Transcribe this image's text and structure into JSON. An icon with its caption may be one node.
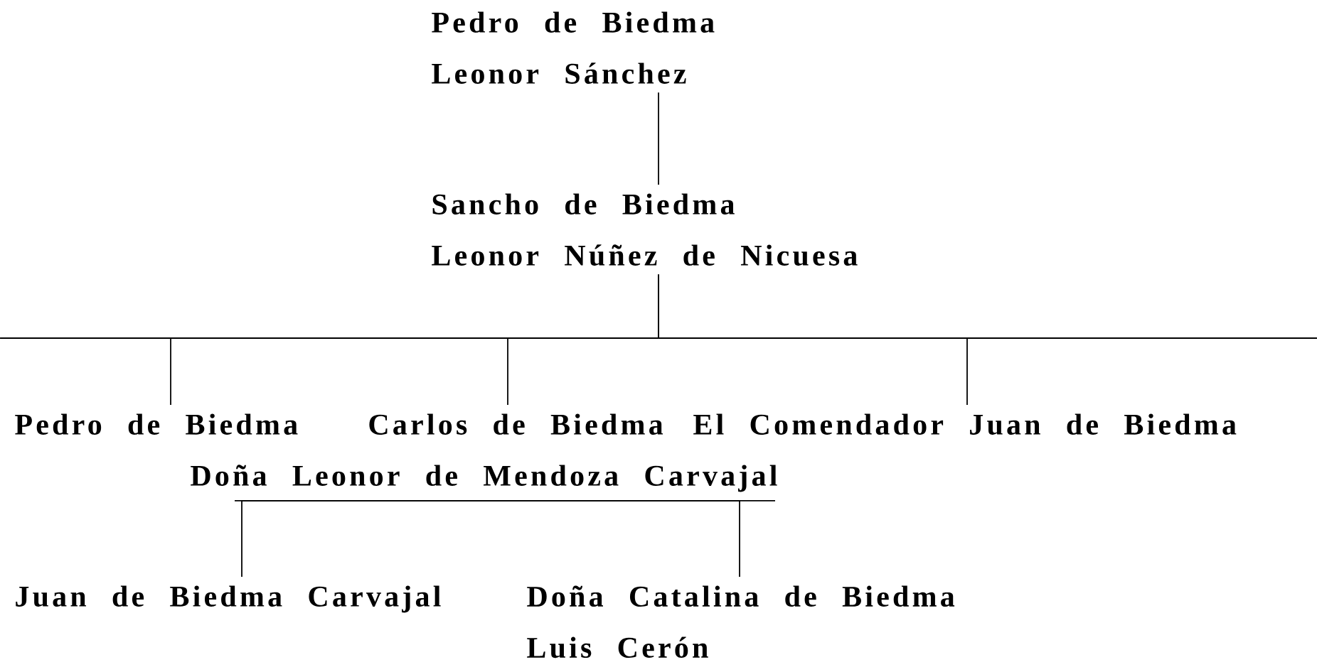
{
  "diagram": {
    "nodes": [
      {
        "text": [
          "Pedro de Biedma",
          "Leonor Sánchez"
        ]
      },
      {
        "text": [
          "Sancho de Biedma",
          "Leonor Núñez de Nicuesa"
        ]
      },
      {
        "text": [
          "Pedro de Biedma"
        ]
      },
      {
        "text": [
          "Carlos de Biedma",
          "Doña Leonor de Mendoza Carvajal"
        ]
      },
      {
        "text": [
          "El Comendador Juan de Biedma"
        ]
      },
      {
        "text": [
          "Juan de Biedma Carvajal"
        ]
      },
      {
        "text": [
          "Doña Catalina de Biedma",
          "Luis Cerón"
        ]
      }
    ],
    "edges": [
      {
        "from": 0,
        "to": 1,
        "arrow": "none"
      },
      {
        "from": 1,
        "to": 2,
        "arrow": "none"
      },
      {
        "from": 1,
        "to": 3,
        "arrow": "none"
      },
      {
        "from": 1,
        "to": 4,
        "arrow": "none"
      },
      {
        "from": 3,
        "to": 5,
        "arrow": "none"
      },
      {
        "from": 3,
        "to": 6,
        "arrow": "none"
      }
    ]
  }
}
